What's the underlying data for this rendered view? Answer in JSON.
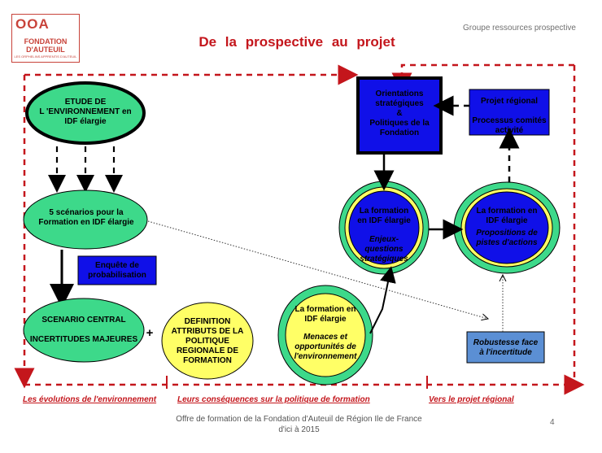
{
  "header": {
    "logo": {
      "glyph": "OOA",
      "name": "FONDATION\nD'AUTEUIL",
      "tagline": "LES ORPHELINS APPRENTIS D'AUTEUIL"
    },
    "group_label": "Groupe ressources prospective",
    "title": "De la prospective au projet"
  },
  "nodes": {
    "etude": "ETUDE DE\nL 'ENVIRONNEMENT en\nIDF élargie",
    "scenarios": "5 scénarios pour la\nFormation en IDF élargie",
    "enquete": "Enquête de\nprobabilisation",
    "scenario_central": "SCENARIO CENTRAL\n\nINCERTITUDES MAJEURES",
    "plus": "+",
    "definition": "DEFINITION\nATTRIBUTS DE LA\nPOLITIQUE\nREGIONALE DE\nFORMATION",
    "formation_menaces_title": "La formation en\nIDF élargie",
    "formation_menaces_sub": "Menaces et\nopportunités de\nl'environnement",
    "orientations": "Orientations\nstratégiques\n&\nPolitiques de la\nFondation",
    "projet_regional": "Projet régional\n\nProcessus comités\nactivité",
    "formation_enjeux_title": "La formation\nen IDF élargie",
    "formation_enjeux_sub": "Enjeux-\nquestions\nstratégiques",
    "formation_propositions_title": "La formation en\nIDF élargie",
    "formation_propositions_sub": "Propositions de\npistes d'actions",
    "robustesse": "Robustesse face\nà l'incertitude"
  },
  "footer": {
    "phase1": "Les évolutions de l'environnement",
    "phase2": "Leurs conséquences sur la politique de formation",
    "phase3": "Vers le projet régional",
    "note": "Offre de formation de la Fondation d'Auteuil de Région Ile de France\nd'ici à 2015",
    "page": "4"
  },
  "colors": {
    "red": "#c4161c",
    "green": "#3dd98a",
    "yellow": "#ffff66",
    "blue": "#1010e8",
    "steel": "#5b8fd4"
  }
}
